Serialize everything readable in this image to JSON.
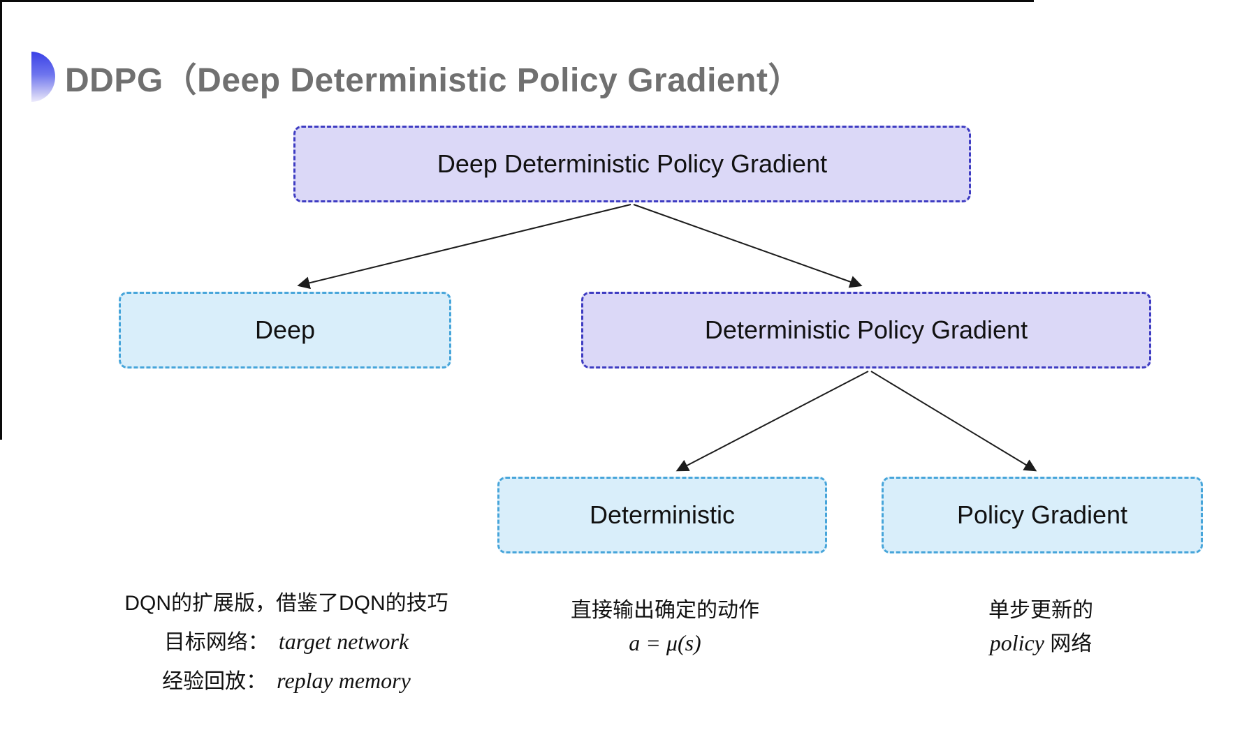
{
  "title": {
    "text": "DDPG（Deep Deterministic Policy Gradient）"
  },
  "colors": {
    "purple_fill": "#dbd8f7",
    "purple_border": "#3e3cc2",
    "cyan_fill": "#d9eefa",
    "cyan_border": "#47a5da",
    "title_gray": "#707070",
    "arrow": "#1c1c1c",
    "bullet_gradient_top": "#3a41e6",
    "bullet_gradient_bottom": "#eceafc"
  },
  "nodes": {
    "root": {
      "label": "Deep Deterministic Policy Gradient"
    },
    "deep": {
      "label": "Deep"
    },
    "dpg": {
      "label": "Deterministic Policy Gradient"
    },
    "deterministic": {
      "label": "Deterministic"
    },
    "policy_gradient": {
      "label": "Policy Gradient"
    }
  },
  "notes": {
    "deep": {
      "line1": "DQN的扩展版，借鉴了DQN的技巧",
      "target_label": "目标网络：",
      "target_value": "target network",
      "replay_label": "经验回放：",
      "replay_value": "replay memory"
    },
    "deterministic": {
      "line1": "直接输出确定的动作",
      "formula": "a = μ(s)"
    },
    "policy_gradient": {
      "line1": "单步更新的",
      "word": "policy",
      "suffix": " 网络"
    }
  }
}
